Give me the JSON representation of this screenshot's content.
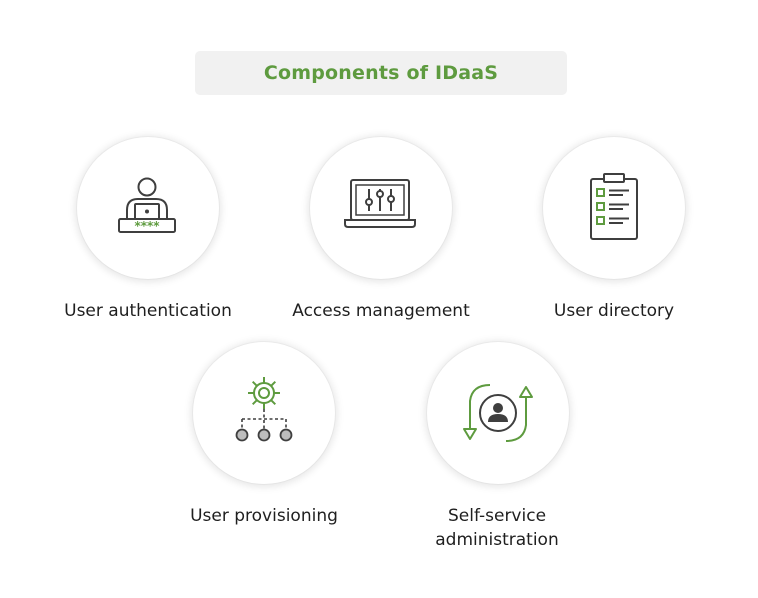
{
  "title": "Components of IDaaS",
  "colors": {
    "accent": "#5e9b3f",
    "icon_dark": "#3f3f3f",
    "title_background": "#f1f1f1"
  },
  "components": [
    {
      "label": "User authentication",
      "icon": "user-password-icon"
    },
    {
      "label": "Access management",
      "icon": "laptop-sliders-icon"
    },
    {
      "label": "User directory",
      "icon": "clipboard-checklist-icon"
    },
    {
      "label": "User provisioning",
      "icon": "gear-hierarchy-icon"
    },
    {
      "label_line1": "Self-service",
      "label_line2": "administration",
      "icon": "user-cycle-arrows-icon"
    }
  ]
}
